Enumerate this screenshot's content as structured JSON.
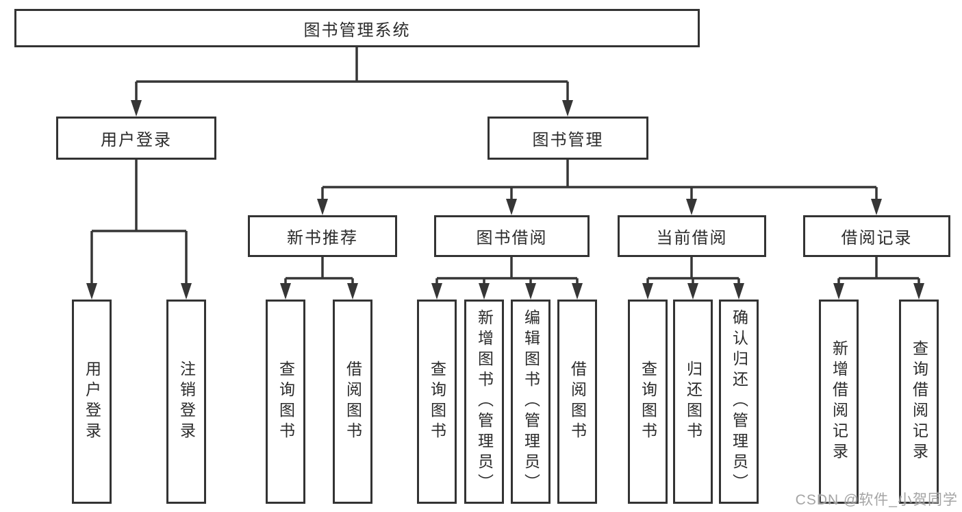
{
  "diagram": {
    "root": {
      "label": "图书管理系统"
    },
    "level2": [
      {
        "label": "用户登录"
      },
      {
        "label": "图书管理"
      }
    ],
    "level3": [
      {
        "label": "新书推荐"
      },
      {
        "label": "图书借阅"
      },
      {
        "label": "当前借阅"
      },
      {
        "label": "借阅记录"
      }
    ],
    "leaves": {
      "login": [
        "用户登录",
        "注销登录"
      ],
      "new_book": [
        "查询图书",
        "借阅图书"
      ],
      "book_borrow": [
        "查询图书",
        "新增图书（管理员）",
        "编辑图书（管理员）",
        "借阅图书"
      ],
      "current_borrow": [
        "查询图书",
        "归还图书",
        "确认归还（管理员）"
      ],
      "borrow_records": [
        "新增借阅记录",
        "查询借阅记录"
      ]
    }
  },
  "watermark": {
    "text": "CSDN @软件_小贺同学"
  },
  "colors": {
    "line": "#363636",
    "box_border": "#333333",
    "box_fill": "#ffffff",
    "text": "#2b2b2b",
    "watermark": "#949494",
    "background": "#ffffff"
  }
}
